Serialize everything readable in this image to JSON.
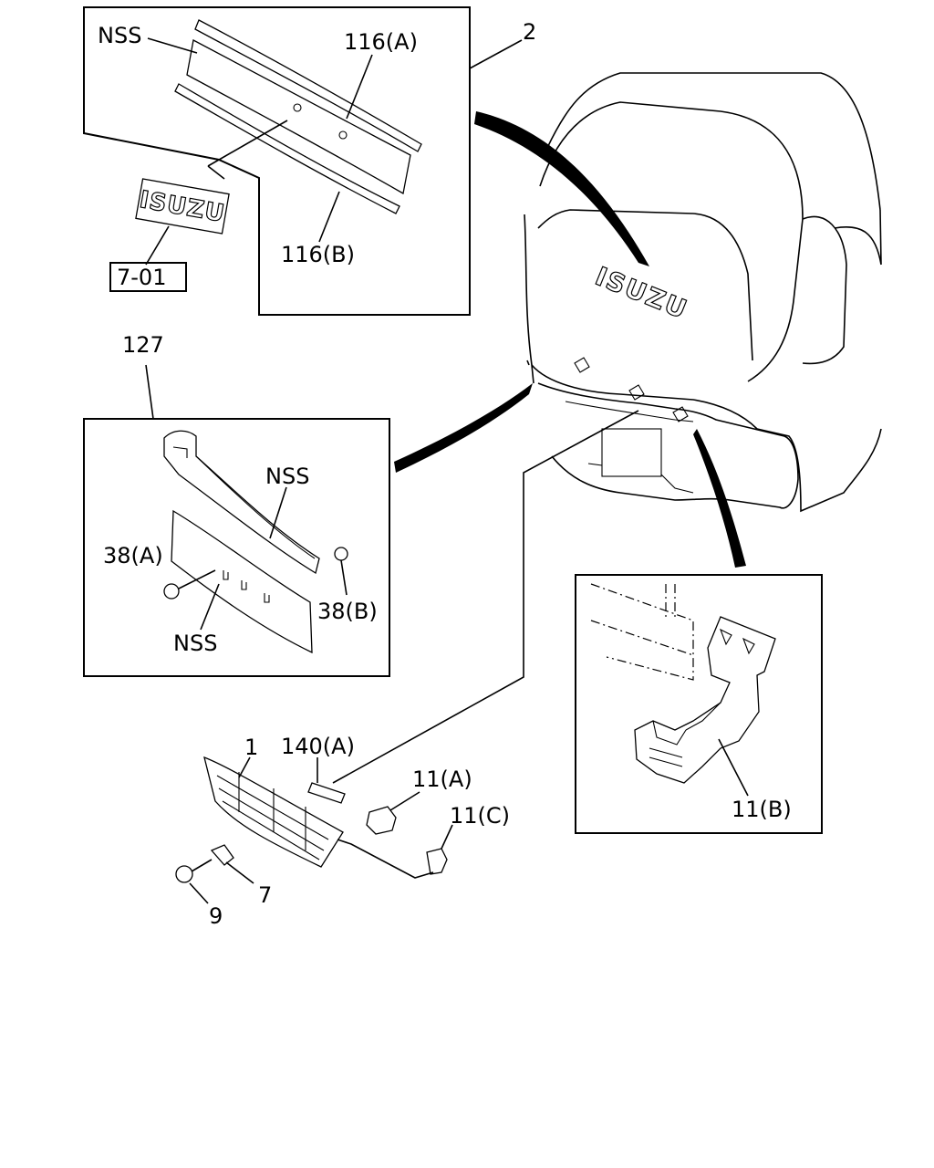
{
  "labels": {
    "nss_top": "NSS",
    "p116a": "116(A)",
    "p2": "2",
    "p116b": "116(B)",
    "ref701": "7-01",
    "p127": "127",
    "nss_mid1": "NSS",
    "p38a": "38(A)",
    "p38b": "38(B)",
    "nss_mid2": "NSS",
    "p1": "1",
    "p140a": "140(A)",
    "p11a": "11(A)",
    "p11c": "11(C)",
    "p11b": "11(B)",
    "p7": "7",
    "p9": "9"
  },
  "emblem": {
    "decal_text": "ISUZU",
    "body_text": "ISUZU"
  }
}
